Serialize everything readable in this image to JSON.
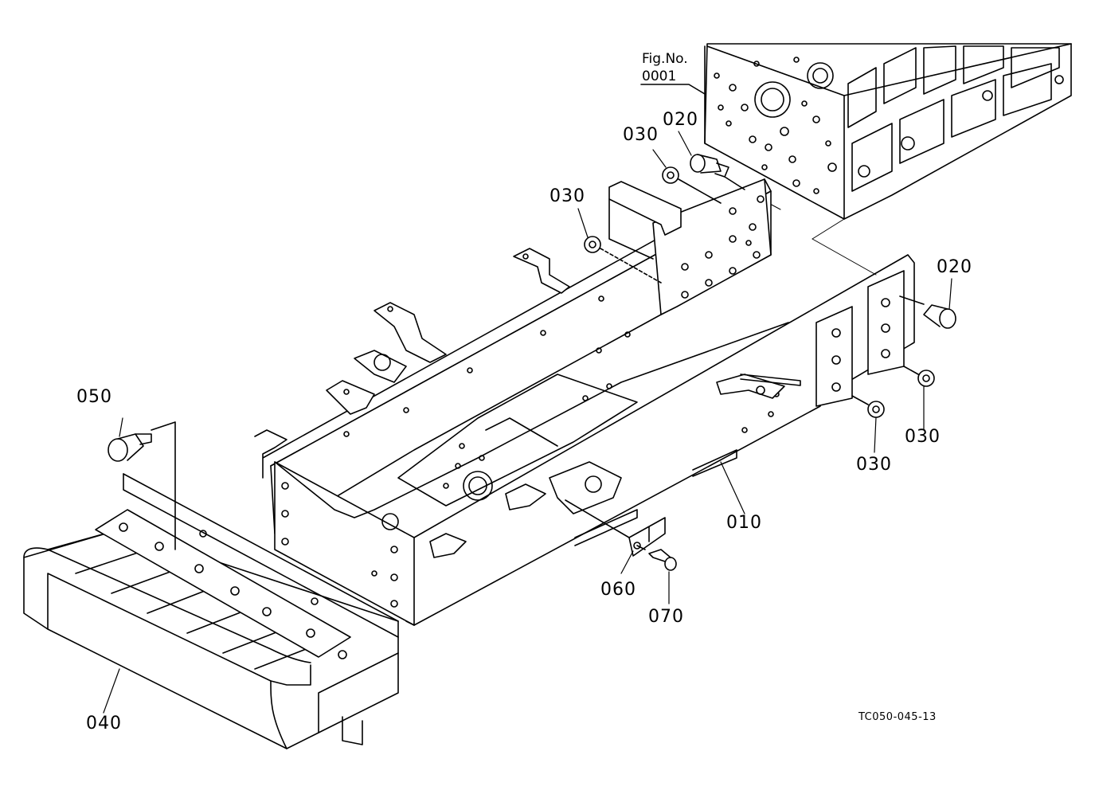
{
  "figure_ref": {
    "line1": "Fig.No.",
    "line2": "0001"
  },
  "drawing_code": "TC050-045-13",
  "parts": {
    "p010": "010",
    "p020a": "020",
    "p020b": "020",
    "p030a": "030",
    "p030b": "030",
    "p030c": "030",
    "p030d": "030",
    "p040": "040",
    "p050": "050",
    "p060": "060",
    "p070": "070"
  }
}
